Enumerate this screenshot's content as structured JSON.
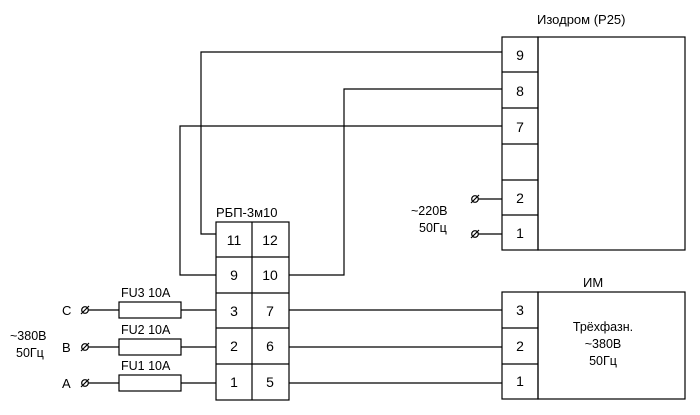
{
  "izodrom": {
    "title": "Изодром (Р25)",
    "terminals": [
      "9",
      "8",
      "7",
      "",
      "2",
      "1"
    ]
  },
  "supply220": {
    "line1": "~220В",
    "line2": "50Гц"
  },
  "rbp": {
    "title": "РБП-3м10",
    "cells": [
      [
        "11",
        "12"
      ],
      [
        "9",
        "10"
      ],
      [
        "3",
        "7"
      ],
      [
        "2",
        "6"
      ],
      [
        "1",
        "5"
      ]
    ]
  },
  "fuses": [
    {
      "phase": "C",
      "label": "FU3  10А"
    },
    {
      "phase": "B",
      "label": "FU2  10А"
    },
    {
      "phase": "A",
      "label": "FU1  10А"
    }
  ],
  "supply380": {
    "line1": "~380В",
    "line2": "50Гц"
  },
  "im": {
    "title": "ИМ",
    "terminals": [
      "3",
      "2",
      "1"
    ],
    "desc1": "Трёхфазн.",
    "desc2": "~380В",
    "desc3": "50Гц"
  }
}
